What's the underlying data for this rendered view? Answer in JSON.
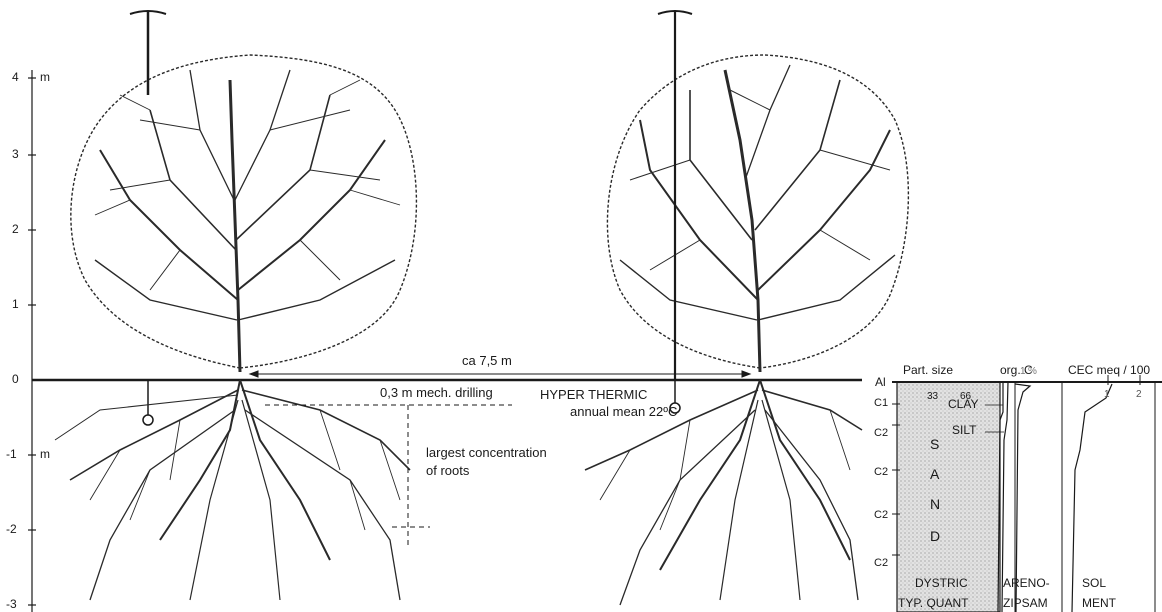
{
  "axis": {
    "ticks": [
      "4",
      "3",
      "2",
      "1",
      "0",
      "-1",
      "-2",
      "-3"
    ],
    "unit_top": "m",
    "unit_mid": "m"
  },
  "annotations": {
    "width": "ca 7,5 m",
    "drilling": "0,3 m mech. drilling",
    "thermic": "HYPER THERMIC",
    "annual_mean": "annual mean 22ºC",
    "roots_line1": "largest concentration",
    "roots_line2": "of roots"
  },
  "profile": {
    "col_part_size": "Part. size",
    "col_org_c": "org. C",
    "col_cec": "CEC meq / 100",
    "ps_ticks": [
      "33",
      "66"
    ],
    "orgc_ticks": [
      "1",
      "%"
    ],
    "cec_ticks": [
      "1",
      "2"
    ],
    "horizons": [
      "Al",
      "C1",
      "C2",
      "C2",
      "C2",
      "C2"
    ],
    "clay": "CLAY",
    "silt": "SILT",
    "sand": [
      "S",
      "A",
      "N",
      "D"
    ],
    "class_row1": [
      "DYSTRIC",
      "ARENO-",
      "SOL"
    ],
    "class_row2": [
      "TYP. QUANT",
      "ZIPSAM",
      "MENT"
    ]
  },
  "colors": {
    "ink": "#1a1a1a",
    "sand_fill": "#d9d9d9"
  }
}
